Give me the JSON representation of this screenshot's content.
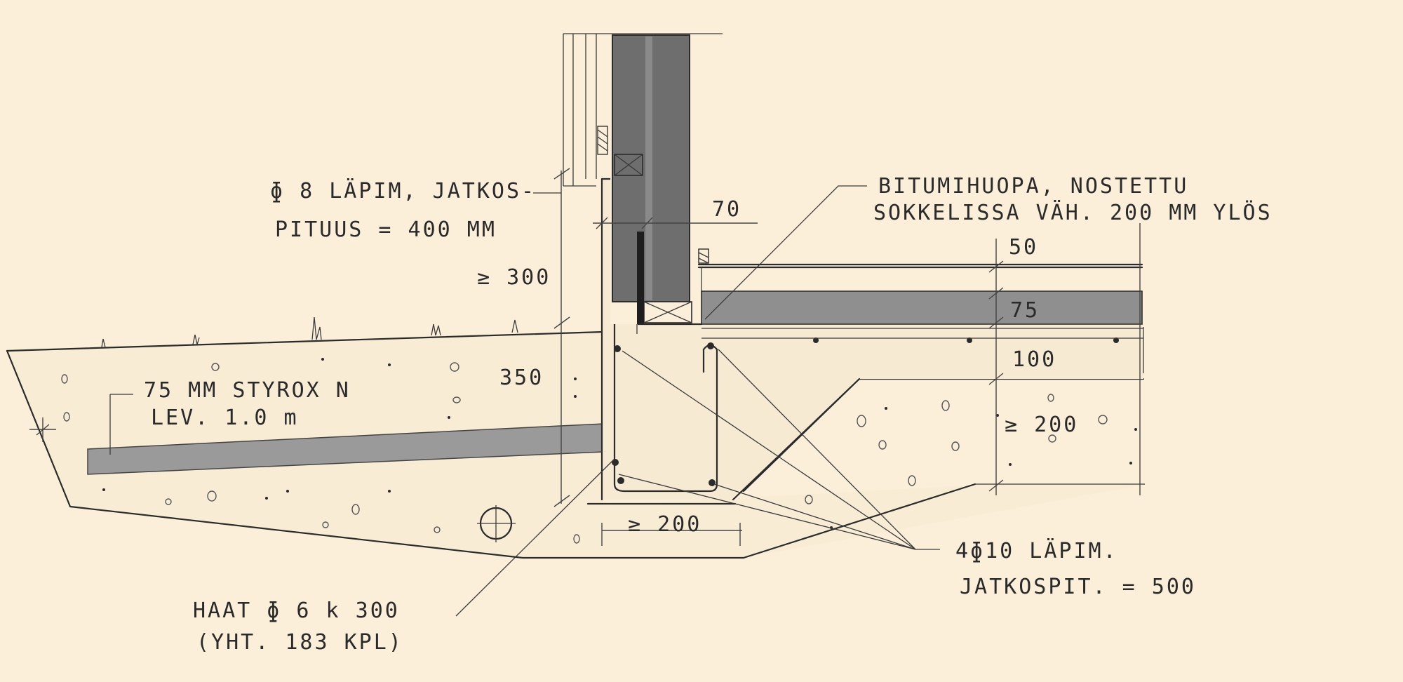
{
  "colors": {
    "paper": "#fbefd9",
    "ink": "#2b2b2b",
    "insulation_fill": "#8c8c8c",
    "concrete_fill": "#f6ead3"
  },
  "labels": {
    "rebar_top_line1": "ɸ 8 LÄPIM, JATKOS-",
    "rebar_top_line2": "PITUUS = 400 MM",
    "membrane_line1": "BITUMIHUOPA, NOSTETTU",
    "membrane_line2": "SOKKELISSA VÄH. 200 MM YLÖS",
    "styrox_line1": "75 MM STYROX N",
    "styrox_line2": "LEV. 1.0 m",
    "stirrups_line1": "HAAT ɸ 6 k 300",
    "stirrups_line2": "(YHT. 183 KPL)",
    "main_rebar_line1": "4ɸ10 LÄPIM.",
    "main_rebar_line2": "JATKOSPIT. = 500"
  },
  "dimensions": {
    "d70": "70",
    "d300": "≥ 300",
    "d350": "350",
    "d50": "50",
    "d75": "75",
    "d100": "100",
    "d200_right": "≥ 200",
    "d200_bottom": "≥ 200"
  }
}
